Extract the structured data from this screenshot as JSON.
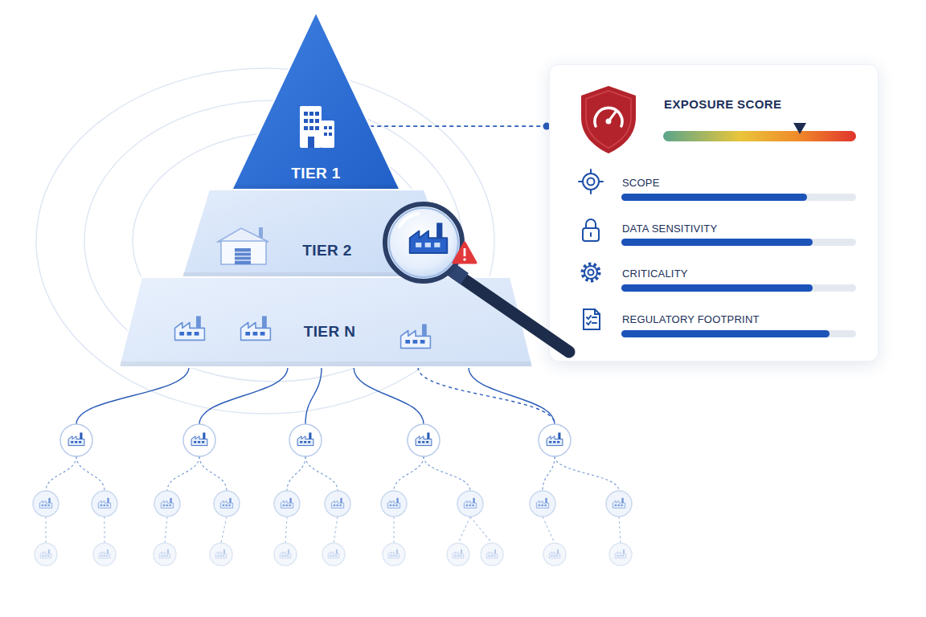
{
  "diagram": {
    "nodes": [
      {
        "text": [
          "TIER 1"
        ]
      },
      {
        "text": [
          "TIER 2"
        ]
      },
      {
        "text": [
          "TIER N"
        ]
      },
      {
        "text": [
          "EXPOSURE SCORE",
          "SCOPE",
          "DATA SENSITIVITY",
          "CRITICALITY",
          "REGULATORY FOOTPRINT"
        ]
      }
    ],
    "edges": [
      {
        "from": 0,
        "to": 3,
        "arrow": "none"
      }
    ]
  }
}
